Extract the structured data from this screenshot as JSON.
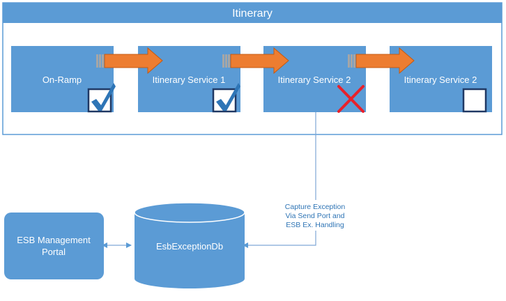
{
  "itinerary": {
    "title": "Itinerary",
    "services": [
      {
        "label": "On-Ramp",
        "status": "check"
      },
      {
        "label": "Itinerary Service 1",
        "status": "check"
      },
      {
        "label": "Itinerary Service 2",
        "status": "cross"
      },
      {
        "label": "Itinerary Service 2",
        "status": "empty"
      }
    ]
  },
  "database": {
    "label": "EsbExceptionDb"
  },
  "portal": {
    "label_line1": "ESB Management",
    "label_line2": "Portal"
  },
  "exception_note": {
    "line1": "Capture Exception",
    "line2": "Via Send Port and",
    "line3": "ESB Ex. Handling"
  },
  "colors": {
    "service_fill": "#5b9bd5",
    "header_fill": "#5b9bd5",
    "arrow_fill": "#ed7d31",
    "arrow_stroke": "#c55a11",
    "check_color": "#2e75b6",
    "checkbox_border": "#1f3864",
    "cross_color": "#e8202a",
    "connector": "#7fa7d6",
    "note_text": "#2e74b5"
  }
}
